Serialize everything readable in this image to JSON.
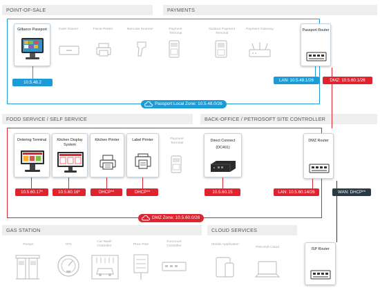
{
  "sections": {
    "pos": "POINT-OF-SALE",
    "payments": "PAYMENTS",
    "food": "FOOD SERVICE / SELF SERVICE",
    "backoffice": "BACK-OFFICE / PETROSOFT SITE CONTROLLER",
    "gas": "GAS STATION",
    "cloud": "CLOUD SERVICES"
  },
  "pos_row": {
    "gilbarco": "Gilbarco Passport",
    "cash_drawer": "Cash Drawer",
    "fiscal_printer": "Fiscal Printer",
    "barcode_scanner": "Barcode Scanner",
    "payment_terminal": "Payment Terminal",
    "outdoor_terminal": "Outdoor Payment Terminal",
    "payment_gateway": "Payment Gateway",
    "passport_router": "Passport Router"
  },
  "food_row": {
    "ordering_terminal": "Ordering Terminal",
    "kds": "Kitchen Display System",
    "kitchen_printer": "Kitchen Printer",
    "label_printer": "Label Printer",
    "payment_terminal": "Payment Terminal",
    "direct_connect": "Direct Connect",
    "direct_connect_model": "(DC401)",
    "dmz_router": "DMZ Router"
  },
  "gas_row": {
    "pumps": "Pumps",
    "atg": "ATG",
    "car_wash": "Car Wash Controller",
    "price_pole": "Price Pole",
    "forecourt": "Forecourt Controller"
  },
  "cloud_row": {
    "mobile_app": "Mobile Application",
    "petrosoft_cloud": "Petrosoft Cloud",
    "isp_router": "ISP Router"
  },
  "addresses": {
    "gilbarco_ip": "10.5.48.2",
    "lan_passport": "LAN: 10.5.48.1/26",
    "dmz_link": "DMZ: 10.5.60.1/26",
    "passport_zone": "Passport Local Zone: 10.5.48.0/26",
    "ordering_ip": "10.5.60.17*",
    "kds_ip": "10.5.60.16*",
    "kitchen_printer_ip": "DHCP**",
    "label_printer_ip": "DHCP**",
    "dc_ip": "10.5.60.15",
    "lan_dmz": "LAN: 10.5.60.14/26",
    "wan": "WAN: DHCP**",
    "dmz_zone": "DMZ Zone: 10.5.60.0/26"
  },
  "colors": {
    "blue": "#1d9bd7",
    "red": "#e0242f",
    "dark": "#2a3a45",
    "grey_icon": "#c4c4c4"
  }
}
